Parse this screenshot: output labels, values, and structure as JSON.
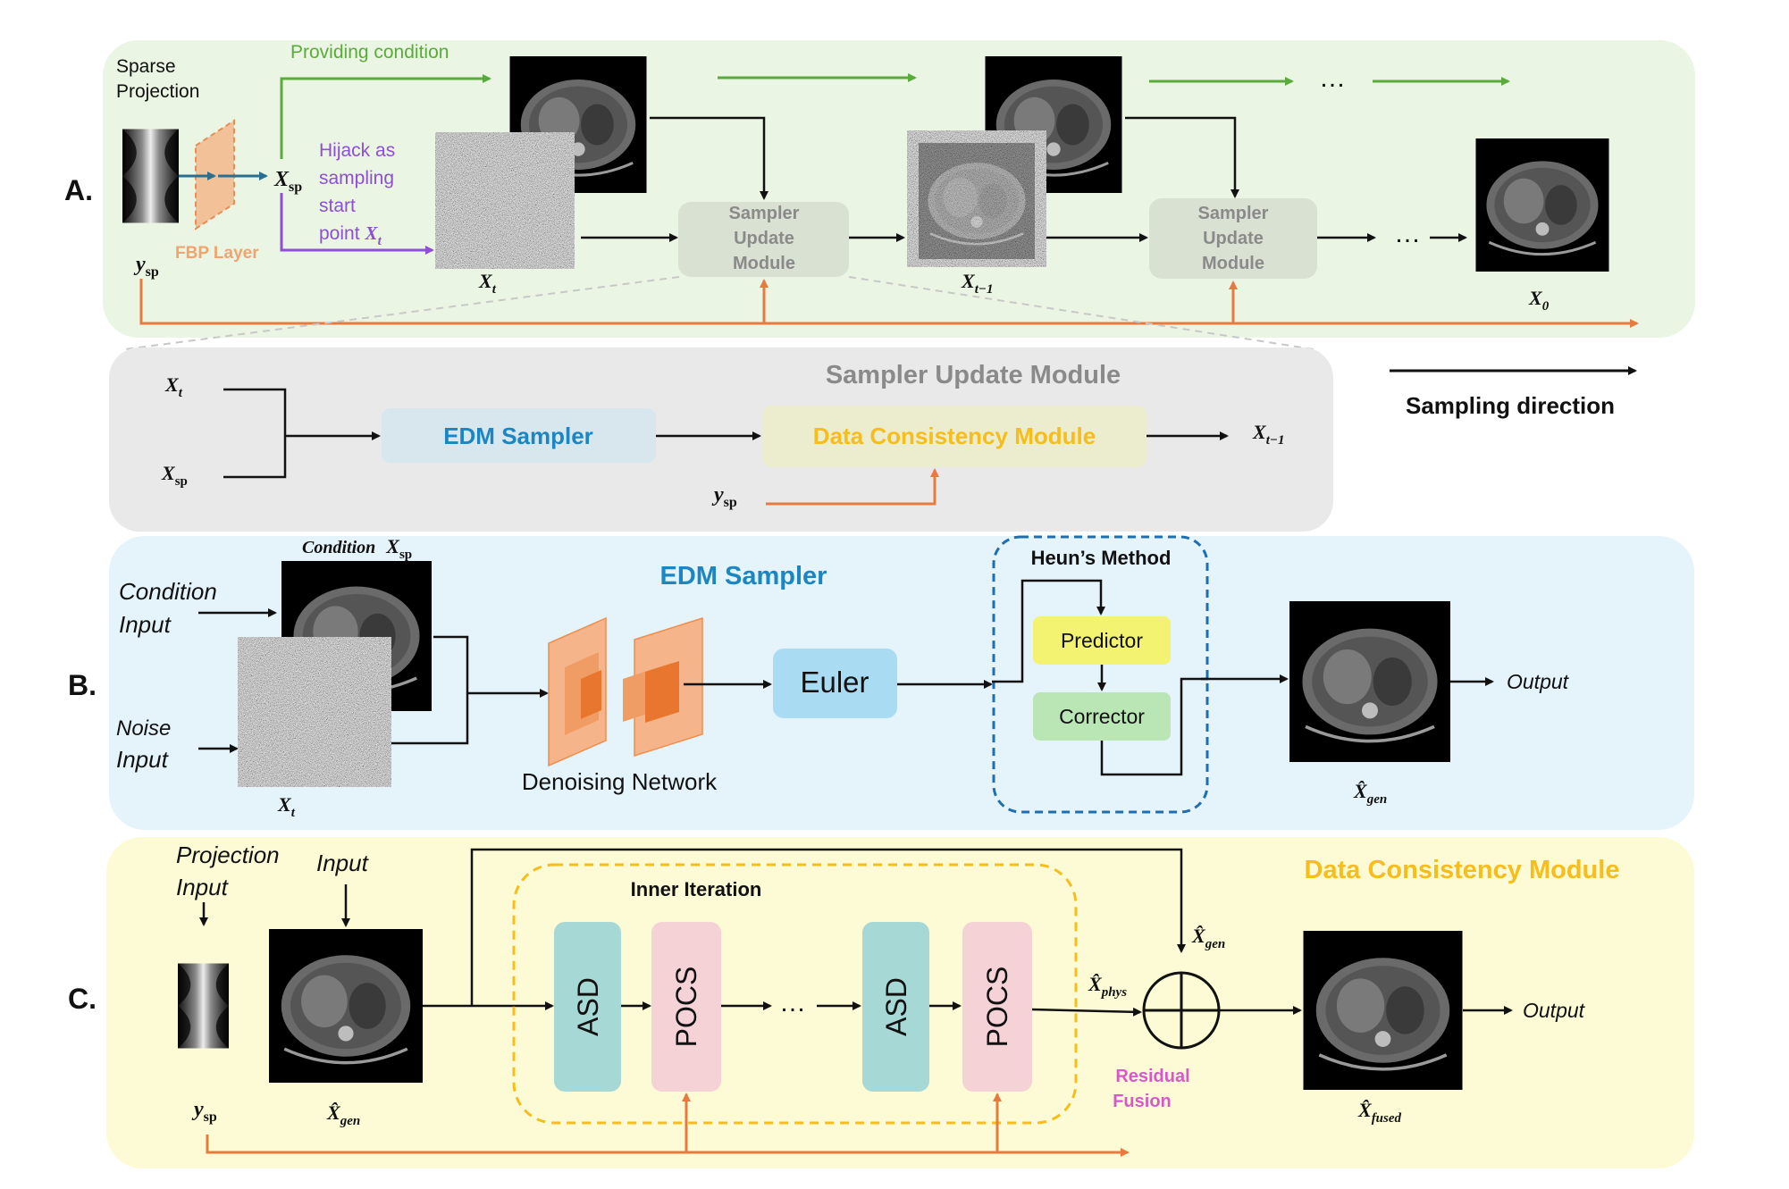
{
  "panels": {
    "a": {
      "letter": "A."
    },
    "b": {
      "letter": "B.",
      "title": "EDM Sampler"
    },
    "c": {
      "letter": "C.",
      "title": "Data Consistency Module"
    }
  },
  "panel_a": {
    "sparse_projection": [
      "Sparse",
      "Projection"
    ],
    "fbp_layer": "FBP Layer",
    "providing_condition": "Providing condition",
    "hijack": [
      "Hijack as",
      "sampling",
      "start",
      "point"
    ],
    "sampler_update_module": [
      "Sampler",
      "Update",
      "Module"
    ],
    "ellipsis": "…",
    "x_sp": "X",
    "x_sp_sub": "sp",
    "y_sp": "y",
    "y_sp_sub": "sp",
    "x_t": "X",
    "x_t_sub": "t",
    "x_t1": "X",
    "x_t1_sub": "t−1",
    "x_0": "X",
    "x_0_sub": "0"
  },
  "sum": {
    "title": "Sampler Update Module",
    "edm_sampler": "EDM Sampler",
    "data_consistency": "Data Consistency Module",
    "sampling_direction": "Sampling direction"
  },
  "panel_b": {
    "condition_input": [
      "Condition",
      "Input"
    ],
    "condition_label": "Condition",
    "noise_input": [
      "Noise",
      "Input"
    ],
    "denoising_network": "Denoising Network",
    "euler": "Euler",
    "heuns_method": "Heun’s Method",
    "predictor": "Predictor",
    "corrector": "Corrector",
    "output": "Output",
    "x_gen": "X̂",
    "x_gen_sub": "gen"
  },
  "panel_c": {
    "projection_input": [
      "Projection",
      "Input"
    ],
    "input": "Input",
    "inner_iteration": "Inner Iteration",
    "asd": "ASD",
    "pocs": "POCS",
    "x_phys": "X̂",
    "x_phys_sub": "phys",
    "x_fused": "X̂",
    "x_fused_sub": "fused",
    "residual_fusion": [
      "Residual",
      "Fusion"
    ],
    "output": "Output"
  },
  "colors": {
    "panel_a_bg": "#ebf5e3",
    "sum_bg": "#e9e9e9",
    "panel_b_bg": "#e5f3fb",
    "panel_c_bg": "#fdfbd6",
    "green": "#5aab3a",
    "purple": "#8c4fd6",
    "orange": "#e77b3f",
    "teal": "#2a6f8f",
    "edm_blue": "#1b86c1",
    "dcm_yellow": "#f6bd1b",
    "pink": "#d55ac8",
    "predictor": "#f3f371",
    "corrector": "#b9e6b4",
    "euler": "#a9dcf3",
    "asd": "#a6d8d6",
    "pocs": "#f5d2d6"
  }
}
